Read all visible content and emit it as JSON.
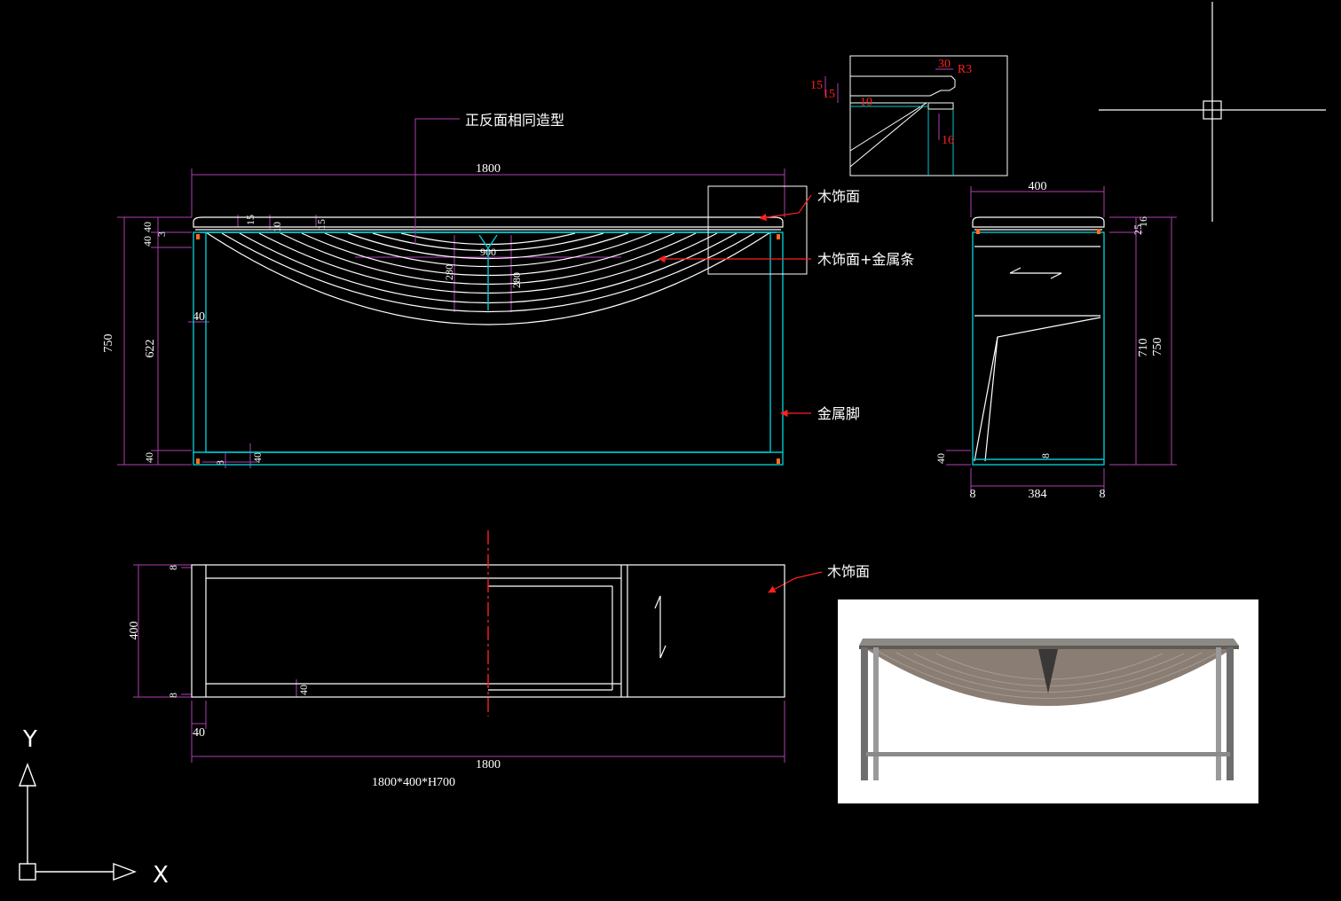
{
  "colors": {
    "background": "#000000",
    "outline": "#ffffff",
    "leg_cyan": "#00c8d0",
    "dimension_magenta": "#b040b0",
    "leader_red": "#ff2020"
  },
  "annotations": {
    "same_shape_note": "正反面相同造型",
    "wood_face_top": "木饰面",
    "wood_face_metal_strip": "木饰面+金属条",
    "metal_leg": "金属脚",
    "wood_face_plan": "木饰面",
    "size_spec": "1800*400*H700"
  },
  "front_view": {
    "width": "1800",
    "total_height": "750",
    "frame_height": "622",
    "top_40a": "40",
    "top_40b": "40",
    "top_3": "3",
    "top_15a": "15",
    "top_10": "10",
    "top_15b": "15",
    "leg_40": "40",
    "bottom_40": "40",
    "foot_8": "8",
    "foot_40": "40",
    "apron_900": "900",
    "apron_280a": "280",
    "apron_280b": "280"
  },
  "detail_view": {
    "d30": "30",
    "r3": "R3",
    "d15a": "15",
    "d15b": "15",
    "d10": "10",
    "d16": "16"
  },
  "side_view": {
    "width": "400",
    "total_height": "750",
    "frame_height": "710",
    "top_25": "25",
    "top_16": "16",
    "foot_40": "40",
    "foot_8": "8",
    "left_8": "8",
    "inner_384": "384",
    "right_8": "8"
  },
  "plan_view": {
    "depth": "400",
    "top_8": "8",
    "bottom_8": "8",
    "inner_40": "40",
    "left_40": "40",
    "width": "1800"
  },
  "ucs_icon": {
    "x_label": "X",
    "y_label": "Y"
  },
  "icons": [
    "crosshair-cursor-icon",
    "ucs-axis-icon",
    "product-photo"
  ]
}
